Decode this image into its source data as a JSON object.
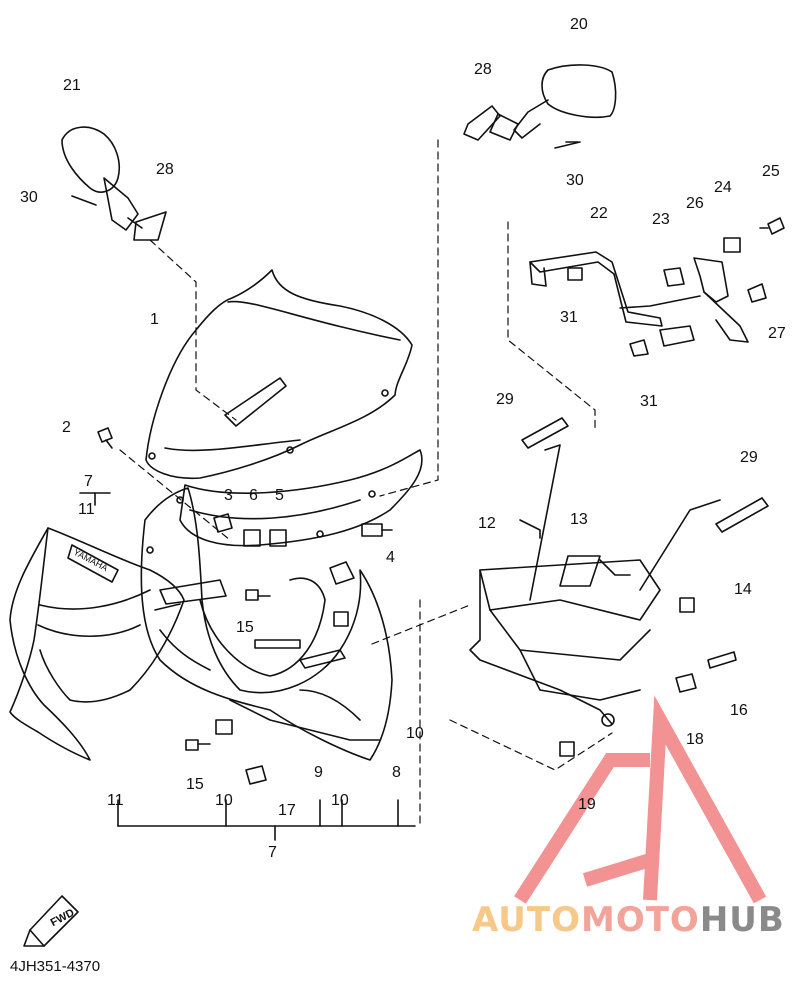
{
  "diagram": {
    "part_numbers": [
      "1",
      "2",
      "3",
      "4",
      "5",
      "6",
      "7",
      "8",
      "9",
      "10",
      "11",
      "12",
      "13",
      "14",
      "15",
      "16",
      "17",
      "18",
      "19",
      "20",
      "21",
      "22",
      "23",
      "24",
      "25",
      "26",
      "27",
      "28",
      "29",
      "30",
      "31"
    ],
    "fairing_decal_text": "YAMAHA",
    "fwd_label": "FWD",
    "catalog_code": "4JH351-4370"
  },
  "watermark": {
    "text_part1": "AUTO",
    "text_part2": "MOTO",
    "text_part3": "HUB",
    "color_part1": "#f6c98a",
    "color_part2": "#f2a49a",
    "color_part3": "#8a8a8a",
    "logo_color": "#f08080"
  }
}
